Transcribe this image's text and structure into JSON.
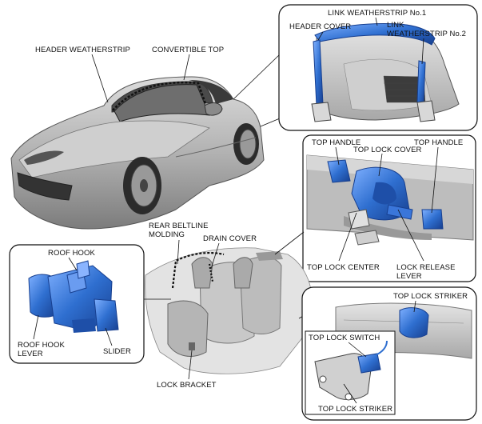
{
  "labels": {
    "header_weatherstrip": "HEADER WEATHERSTRIP",
    "convertible_top": "CONVERTIBLE TOP",
    "link_weatherstrip_1": "LINK WEATHERSTRIP No.1",
    "header_cover": "HEADER COVER",
    "link_weatherstrip_2": "LINK\nWEATHERSTRIP No.2",
    "top_handle_left": "TOP HANDLE",
    "top_lock_cover": "TOP LOCK COVER",
    "top_handle_right": "TOP HANDLE",
    "top_lock_center": "TOP LOCK CENTER",
    "lock_release_lever": "LOCK RELEASE\nLEVER",
    "rear_beltline_molding": "REAR BELTLINE\nMOLDING",
    "drain_cover": "DRAIN COVER",
    "roof_hook": "ROOF HOOK",
    "roof_hook_lever": "ROOF HOOK\nLEVER",
    "slider": "SLIDER",
    "lock_bracket": "LOCK BRACKET",
    "top_lock_striker_upper": "TOP LOCK STRIKER",
    "top_lock_switch": "TOP LOCK SWITCH",
    "top_lock_striker_lower": "TOP LOCK STRIKER"
  },
  "colors": {
    "part_blue": "#2f6fd0",
    "part_blue_dark": "#173f8f",
    "part_blue_light": "#6a9cf0",
    "body_gray": "#b9b9b9",
    "outline": "#222222"
  }
}
